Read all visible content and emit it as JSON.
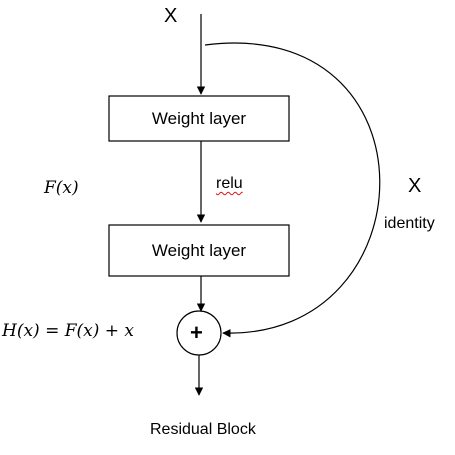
{
  "diagram": {
    "input_label": "X",
    "layer1_label": "Weight layer",
    "activation_label": "relu",
    "layer2_label": "Weight layer",
    "residual_function_label": "F(x)",
    "shortcut_label": "X",
    "shortcut_caption": "identity",
    "output_equation": "H(x) = F(x) + x",
    "add_symbol": "+",
    "caption": "Residual Block"
  },
  "colors": {
    "stroke": "#000000",
    "background": "#ffffff",
    "spellcheck_underline": "#d11111"
  }
}
